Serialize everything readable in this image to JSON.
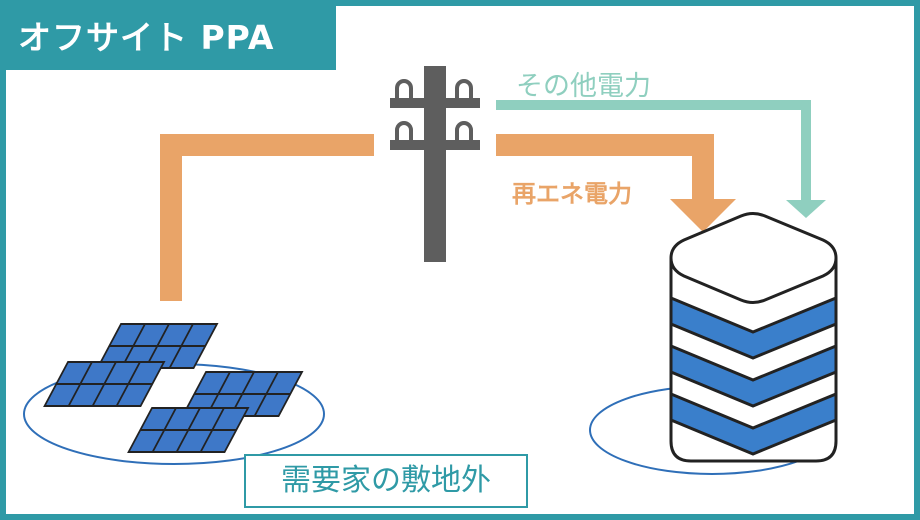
{
  "title": "オフサイト PPA",
  "labels": {
    "other_power": "その他電力",
    "renewable_power": "再エネ電力",
    "outside_site": "需要家の敷地外"
  },
  "colors": {
    "frame": "#2f9aa6",
    "renewable_arrow": "#e9a468",
    "other_arrow": "#8fcfbf",
    "pole": "#5e5e5e",
    "solar_panel": "#3e78c8",
    "building_stripe": "#3a7fcb"
  },
  "icons": [
    "utility-pole-icon",
    "solar-panel-icon",
    "building-icon"
  ]
}
